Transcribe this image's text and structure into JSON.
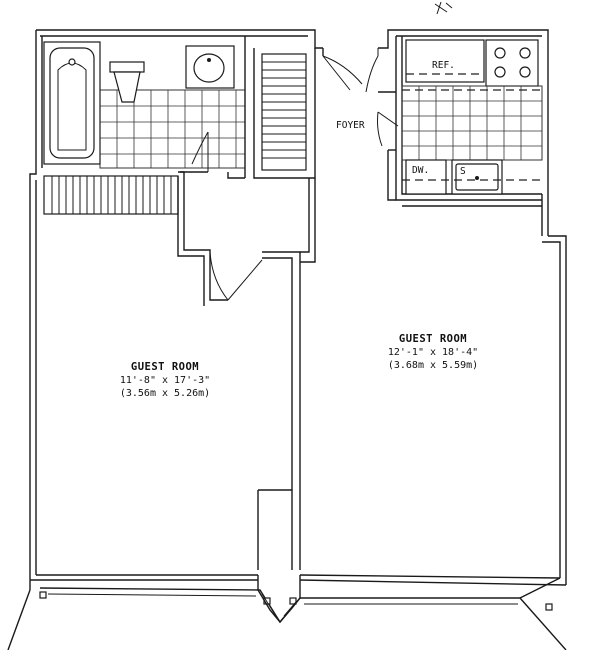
{
  "rooms": {
    "left": {
      "name": "GUEST ROOM",
      "dim_imperial": "11'-8\" x 17'-3\"",
      "dim_metric": "(3.56m x 5.26m)"
    },
    "right": {
      "name": "GUEST ROOM",
      "dim_imperial": "12'-1\" x 18'-4\"",
      "dim_metric": "(3.68m x 5.59m)"
    }
  },
  "foyer_label": "FOYER",
  "kitchen": {
    "ref_label": "REF.",
    "dw_label": "DW.",
    "sink_label": "S"
  }
}
